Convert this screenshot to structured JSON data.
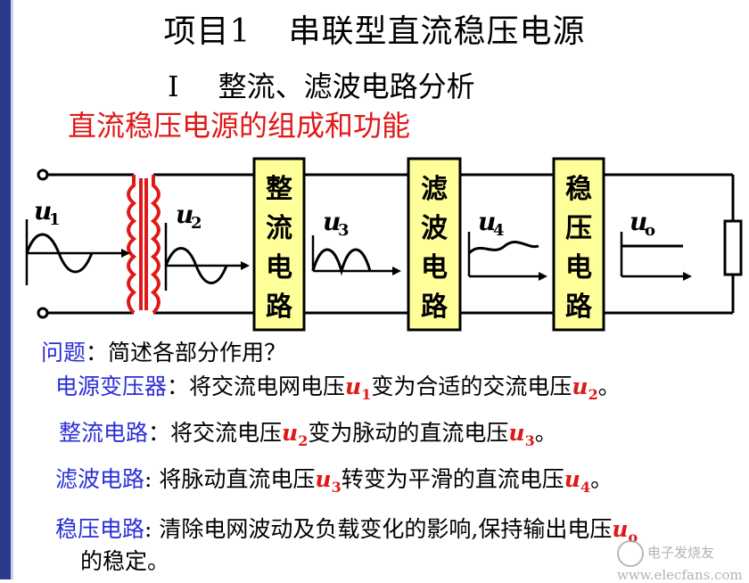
{
  "title": {
    "num": "项目1",
    "text": "串联型直流稳压电源"
  },
  "subtitle": {
    "num": "I",
    "text": "整流、滤波电路分析"
  },
  "section_title": "直流稳压电源的组成和功能",
  "diagram": {
    "blocks": [
      {
        "id": "rectifier",
        "chars": [
          "整",
          "流",
          "电",
          "路"
        ]
      },
      {
        "id": "filter",
        "chars": [
          "滤",
          "波",
          "电",
          "路"
        ]
      },
      {
        "id": "regulator",
        "chars": [
          "稳",
          "压",
          "电",
          "路"
        ]
      }
    ],
    "signals": [
      {
        "var": "u",
        "sub": "1"
      },
      {
        "var": "u",
        "sub": "2"
      },
      {
        "var": "u",
        "sub": "3"
      },
      {
        "var": "u",
        "sub": "4"
      },
      {
        "var": "u",
        "sub": "o"
      }
    ],
    "colors": {
      "transformer": "#e01818",
      "block_fill": "#ffff99",
      "wire": "#000000"
    }
  },
  "question": {
    "label": "问题",
    "text": "：简述各部分作用？"
  },
  "items": [
    {
      "label": "电源变压器",
      "sep": "：",
      "t1": "将交流电网电压",
      "v1": "u",
      "s1": "1",
      "t2": "变为合适的交流电压",
      "v2": "u",
      "s2": "2",
      "t3": "。"
    },
    {
      "label": "整流电路",
      "sep": "：",
      "t1": "将交流电压",
      "v1": "u",
      "s1": "2",
      "t2": "变为脉动的直流电压",
      "v2": "u",
      "s2": "3",
      "t3": "。"
    },
    {
      "label": "滤波电路",
      "sep": ": ",
      "t1": "将脉动直流电压",
      "v1": "u",
      "s1": "3",
      "t2": "转变为平滑的直流电压",
      "v2": "u",
      "s2": "4",
      "t3": "。"
    },
    {
      "label": "稳压电路",
      "sep": ": ",
      "t1": "清除电网波动及负载变化的影响,保持输出电压",
      "v1": "u",
      "s1": "o"
    }
  ],
  "last_line": "的稳定。",
  "watermark": "电子发烧友 www.elecfans.com"
}
